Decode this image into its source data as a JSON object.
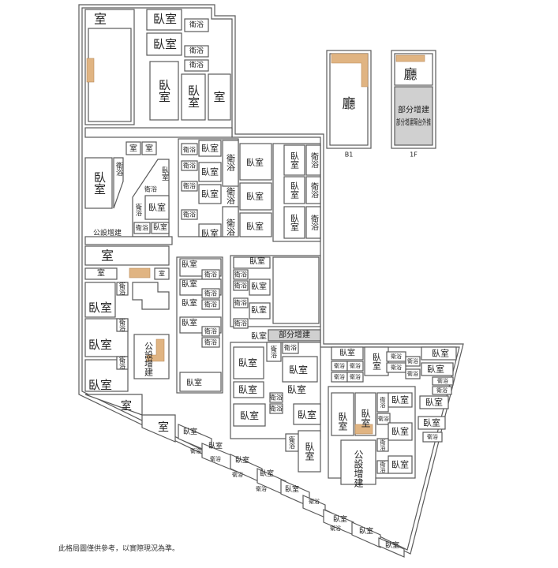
{
  "labels": {
    "room": "室",
    "bedroom": "臥室",
    "bath": "衛浴",
    "hall": "廳",
    "extension_part": "部分增建",
    "public_extension": "公設增建",
    "balcony_extension": "部分增建陽台外推",
    "b1": "B1",
    "f1": "1F"
  },
  "note": "此格局圖僅供參考，以實際現況為準。",
  "colors": {
    "wall": "#5a5a5a",
    "stair": "#e0b482",
    "grey_area": "#d0d0d0"
  }
}
